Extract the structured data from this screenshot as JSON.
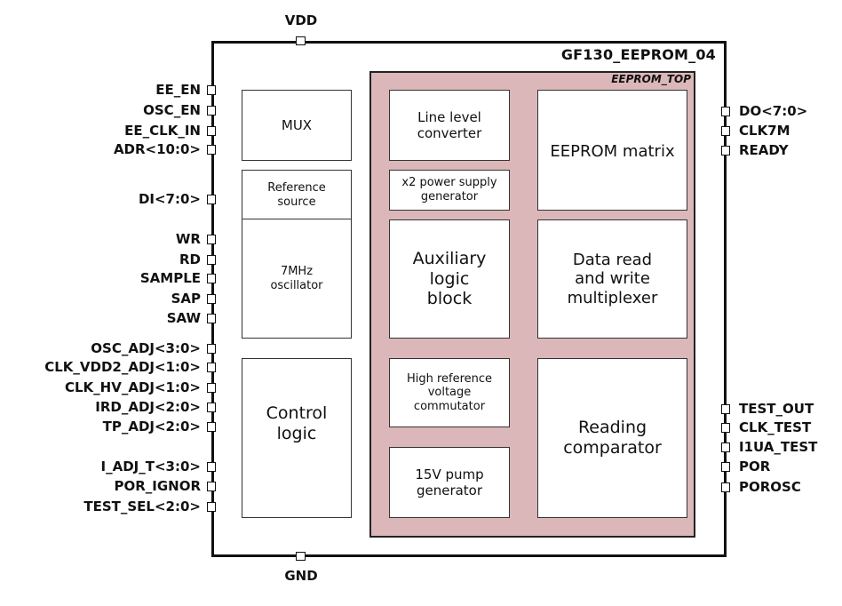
{
  "chip": {
    "title": "GF130_EEPROM_04",
    "subblock_title": "EEPROM_TOP",
    "border_color": "#111111",
    "subblock_fill": "#dcb7b9"
  },
  "power_pins": {
    "top": "VDD",
    "bottom": "GND"
  },
  "left_pins": [
    "EE_EN",
    "OSC_EN",
    "EE_CLK_IN",
    "ADR<10:0>",
    "DI<7:0>",
    "WR",
    "RD",
    "SAMPLE",
    "SAP",
    "SAW",
    "OSC_ADJ<3:0>",
    "CLK_VDD2_ADJ<1:0>",
    "CLK_HV_ADJ<1:0>",
    "IRD_ADJ<2:0>",
    "TP_ADJ<2:0>",
    "I_ADJ_T<3:0>",
    "POR_IGNOR",
    "TEST_SEL<2:0>"
  ],
  "right_pins": [
    "DO<7:0>",
    "CLK7M",
    "READY",
    "TEST_OUT",
    "CLK_TEST",
    "I1UA_TEST",
    "POR",
    "POROSC"
  ],
  "blocks": {
    "mux": "MUX",
    "reference_source": "Reference\nsource",
    "oscillator": "7MHz\noscillator",
    "control_logic": "Control\nlogic",
    "line_level_converter": "Line level\nconverter",
    "power_supply_generator": "x2 power supply\ngenerator",
    "auxiliary_logic": "Auxiliary\nlogic\nblock",
    "high_ref_commutator": "High reference\nvoltage\ncommutator",
    "pump_generator": "15V pump\ngenerator",
    "eeprom_matrix": "EEPROM matrix",
    "data_mux": "Data read\nand write\nmultiplexer",
    "reading_comparator": "Reading\ncomparator"
  }
}
